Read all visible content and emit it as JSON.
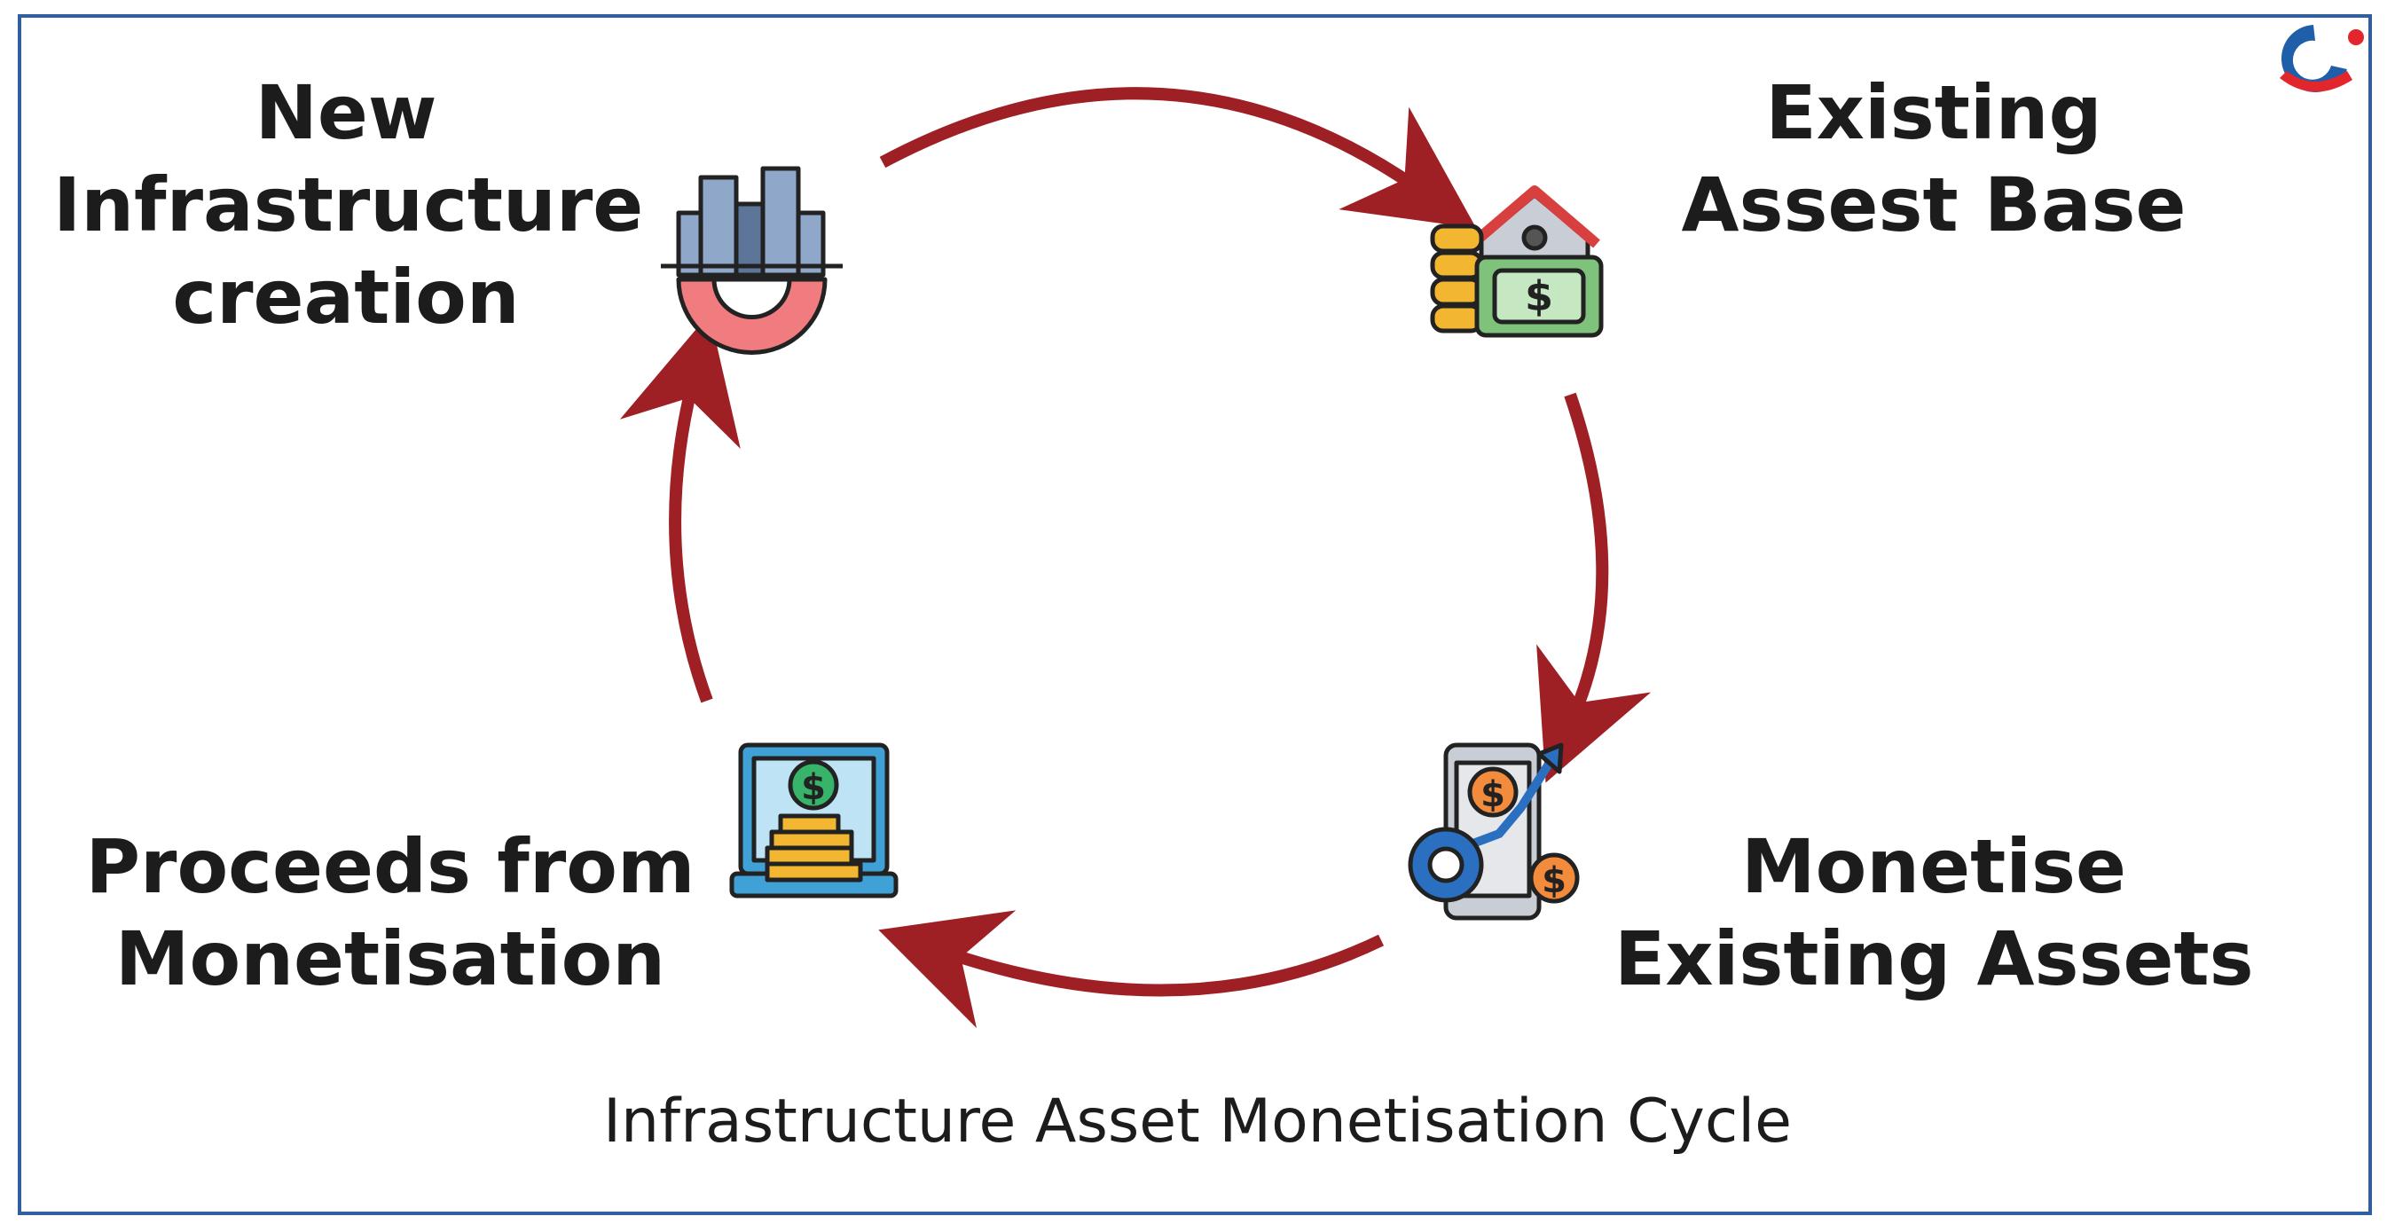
{
  "nodes": {
    "new_infra": {
      "lines": [
        "New",
        "Infrastructure",
        "creation"
      ],
      "icon": "city-gear-icon"
    },
    "existing": {
      "lines": [
        "Existing",
        "Assest Base"
      ],
      "icon": "house-money-icon"
    },
    "monetise": {
      "lines": [
        "Monetise",
        "Existing Assets"
      ],
      "icon": "phone-growth-icon"
    },
    "proceeds": {
      "lines": [
        "Proceeds from",
        "Monetisation"
      ],
      "icon": "laptop-coins-icon"
    }
  },
  "caption": "Infrastructure Asset Monetisation Cycle",
  "colors": {
    "arrow": "#9e1f24",
    "frame": "#2f5f9e",
    "logo_blue": "#1f5ea8",
    "logo_red": "#e2262c"
  }
}
